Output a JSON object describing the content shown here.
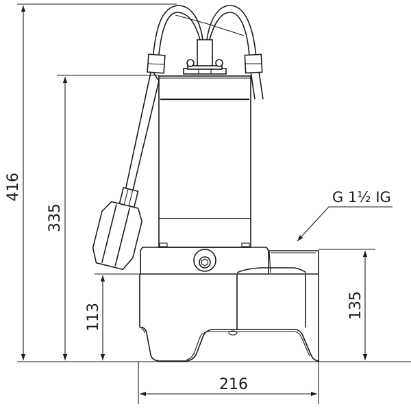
{
  "drawing": {
    "subject": "Submersible pump with float switch — dimensional drawing",
    "units": "mm",
    "dimensions": {
      "overall_height": "416",
      "body_height": "335",
      "float_height": "113",
      "outlet_height": "135",
      "base_width": "216"
    },
    "callouts": {
      "outlet_thread": "G 1½ IG"
    },
    "colors": {
      "line": "#1a1a1a",
      "background": "#ffffff"
    }
  }
}
